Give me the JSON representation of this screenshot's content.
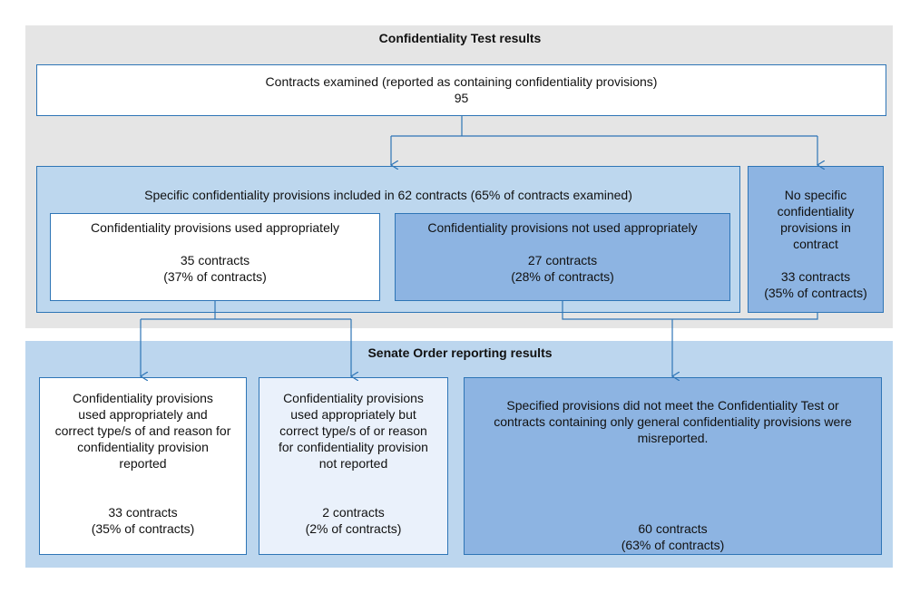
{
  "colors": {
    "top_panel": "#e5e5e5",
    "bottom_panel": "#bcd6ee",
    "light_blue_box": "#bdd7ee",
    "mid_blue_box": "#8db4e2",
    "pale_box": "#eaf1fb",
    "white_box": "#ffffff",
    "line": "#2e75b6"
  },
  "top": {
    "title": "Confidentiality Test results",
    "examined": {
      "label": "Contracts examined (reported as containing confidentiality provisions)",
      "count": "95"
    },
    "specific": {
      "label": "Specific confidentiality provisions included in 62 contracts (65% of contracts examined)",
      "appropriate": {
        "label": "Confidentiality provisions used appropriately",
        "count": "35 contracts",
        "pct": "(37% of contracts)"
      },
      "not_appropriate": {
        "label": "Confidentiality provisions not used appropriately",
        "count": "27 contracts",
        "pct": "(28% of contracts)"
      }
    },
    "no_specific": {
      "line1": "No specific",
      "line2": "confidentiality",
      "line3": "provisions in",
      "line4": "contract",
      "count": "33 contracts",
      "pct": "(35% of contracts)"
    }
  },
  "bottom": {
    "title": "Senate Order reporting results",
    "correct": {
      "line1": "Confidentiality provisions",
      "line2": "used appropriately and",
      "line3": "correct type/s of and reason for",
      "line4": "confidentiality provision",
      "line5": "reported",
      "count": "33 contracts",
      "pct": "(35% of contracts)"
    },
    "not_reported": {
      "line1": "Confidentiality provisions",
      "line2": "used appropriately but",
      "line3": "correct type/s of or reason",
      "line4": "for confidentiality provision",
      "line5": "not reported",
      "count": "2 contracts",
      "pct": "(2% of contracts)"
    },
    "misreported": {
      "line1": "Specified provisions did not meet the Confidentiality Test or",
      "line2": "contracts containing only general confidentiality provisions were",
      "line3": "misreported.",
      "count": "60 contracts",
      "pct": "(63% of contracts)"
    }
  }
}
